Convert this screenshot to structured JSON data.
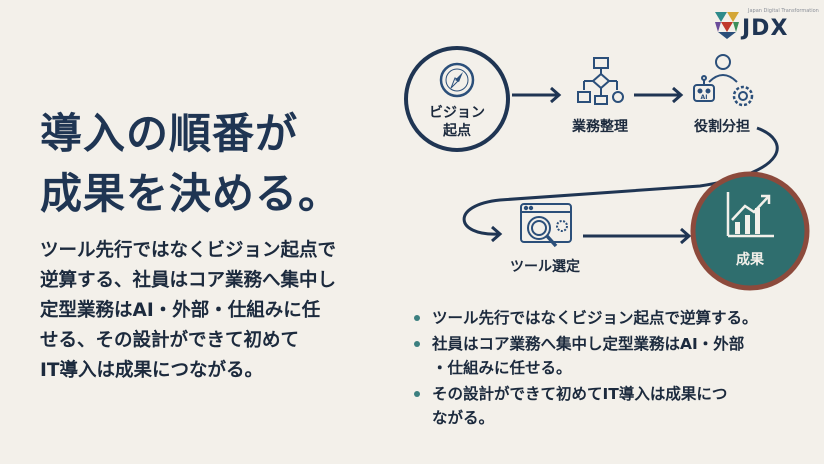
{
  "logo": {
    "tag": "Japan Digital Transformation",
    "text": "JDX"
  },
  "headline": {
    "line1": "導入の順番が",
    "line2": "成果を決める。"
  },
  "body": {
    "lines": [
      "ツール先行ではなくビジョン起点で",
      "逆算する、社員はコア業務へ集中し",
      "定型業務はAI・外部・仕組みに任",
      "せる、その設計ができて初めて",
      "IT導入は成果につながる。"
    ]
  },
  "flow": {
    "vision_line1": "ビジョン",
    "vision_line2": "起点",
    "step_business": "業務整理",
    "step_roles": "役割分担",
    "step_tools": "ツール選定",
    "result": "成果",
    "ai_label": "AI"
  },
  "bullets": [
    {
      "line1": "ツール先行ではなくビジョン起点で逆算する。"
    },
    {
      "line1": "社員はコア業務へ集中し定型業務はAI・外部",
      "line2": "・仕組みに任せる。"
    },
    {
      "line1": "その設計ができて初めてIT導入は成果につ",
      "line2": "ながる。"
    }
  ],
  "colors": {
    "navy": "#1f3553",
    "teal": "#2f6e6e",
    "rust": "#8c4a3c",
    "background": "#f3f0ea"
  }
}
